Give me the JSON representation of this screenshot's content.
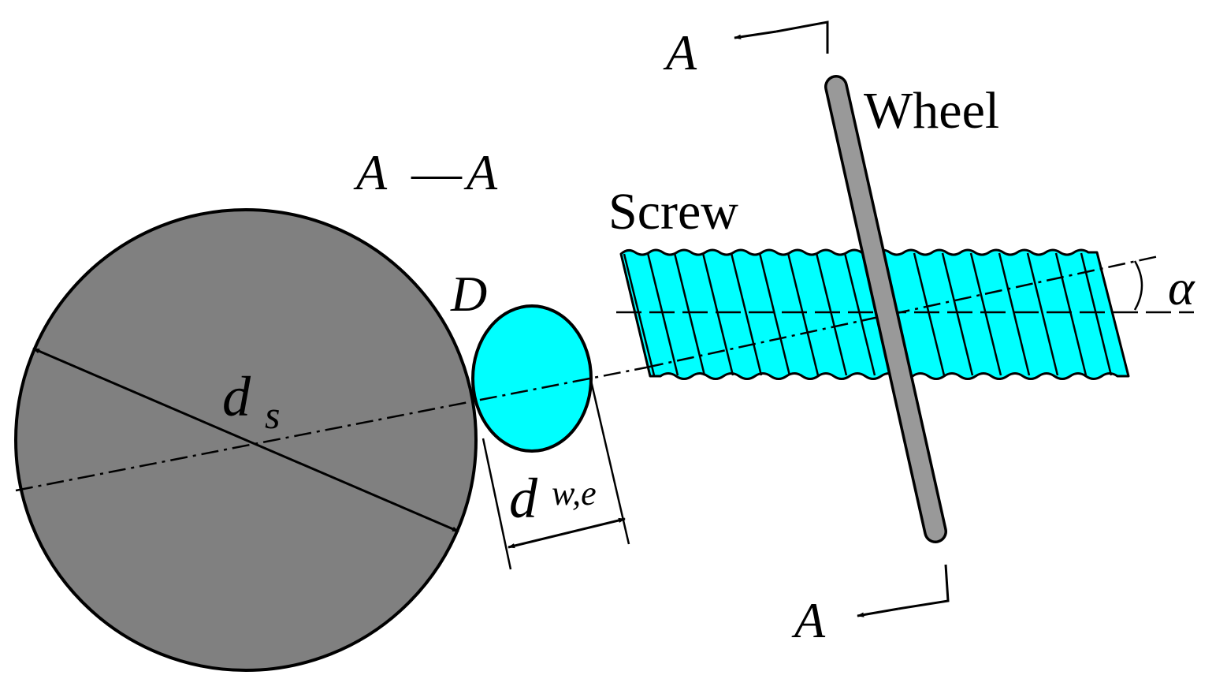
{
  "labels": {
    "section_top": "A",
    "section_bottom": "A",
    "section_view_left": "A",
    "section_view_dash": "—",
    "section_view_right": "A",
    "wheel": "Wheel",
    "screw": "Screw",
    "point_d": "D",
    "alpha": "α",
    "ds_main": "d",
    "ds_sub": "s",
    "dwe_main": "d",
    "dwe_sub": "w,e"
  },
  "colors": {
    "stroke": "#000000",
    "large_circle_fill": "#808080",
    "small_circle_fill": "#00ffff",
    "screw_fill": "#00ffff",
    "wheel_fill": "#999999",
    "background": "#ffffff"
  }
}
